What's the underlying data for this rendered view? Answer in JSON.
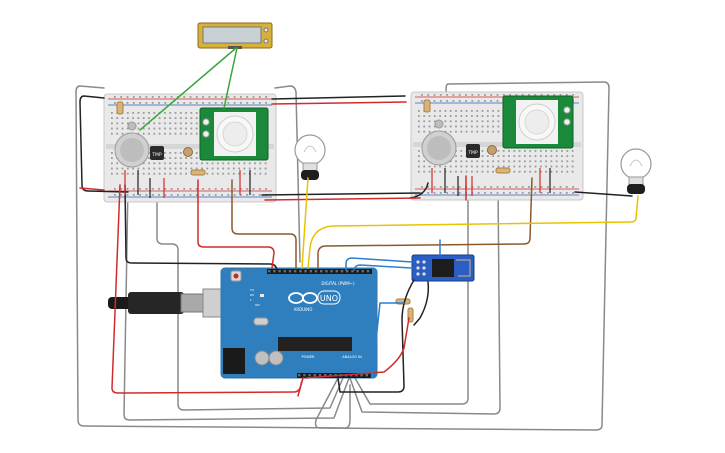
{
  "board": {
    "brand_label": "UNO",
    "model_label": "ARDUINO",
    "digital_label": "DIGITAL (PWM~)",
    "power_label": "POWER",
    "analog_label": "ANALOG IN",
    "tx_label": "TX",
    "rx_label": "RX",
    "l_label": "L",
    "on_label": "ON",
    "color": "#2f7fbf"
  },
  "modules": {
    "temp_sensor_left_label": "TMP",
    "temp_sensor_right_label": "TMP"
  },
  "wire_colors": {
    "red": "#d12c2c",
    "black": "#222222",
    "gray": "#8a8a8a",
    "green": "#3aa63a",
    "yellow": "#e8c400",
    "brown": "#8b5a2b",
    "blue": "#2a7fd1"
  }
}
